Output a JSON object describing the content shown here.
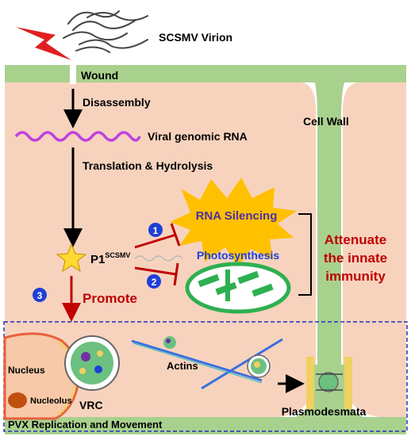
{
  "labels": {
    "virion": "SCSMV Virion",
    "wound": "Wound",
    "disassembly": "Disassembly",
    "cell_wall": "Cell Wall",
    "viral_rna": "Viral genomic RNA",
    "translation": "Translation & Hydrolysis",
    "rna_silencing": "RNA Silencing",
    "photosynthesis": "Photosynthesis",
    "p1": "P1",
    "p1_sup": "SCSMV",
    "attenuate_line1": "Attenuate",
    "attenuate_line2": "the innate",
    "attenuate_line3": "immunity",
    "promote": "Promote",
    "step1": "1",
    "step2": "2",
    "step3": "3",
    "nucleus": "Nucleus",
    "nucleolus": "Nucleolus",
    "vrc": "VRC",
    "actins": "Actins",
    "plasmodesmata": "Plasmodesmata",
    "pvx": "PVX Replication and Movement"
  },
  "colors": {
    "cytoplasm": "#F7D3BE",
    "cell_wall": "#A9D18E",
    "inhibit": "#C00000",
    "promote": "#C00000",
    "badge": "#1F3FD6",
    "attenuate": "#C00000",
    "photosynthesis": "#1F3FD6",
    "rna_silencing": "#5030A0",
    "rna": "#C040E0",
    "star": "#FFD830",
    "burst": "#FFC000",
    "chloroplast": "#2EB050",
    "nucleus": "#E8603A",
    "nucleolus": "#C05010",
    "actin_blue": "#3A6FE0",
    "dashed_box": "#2030C0"
  }
}
